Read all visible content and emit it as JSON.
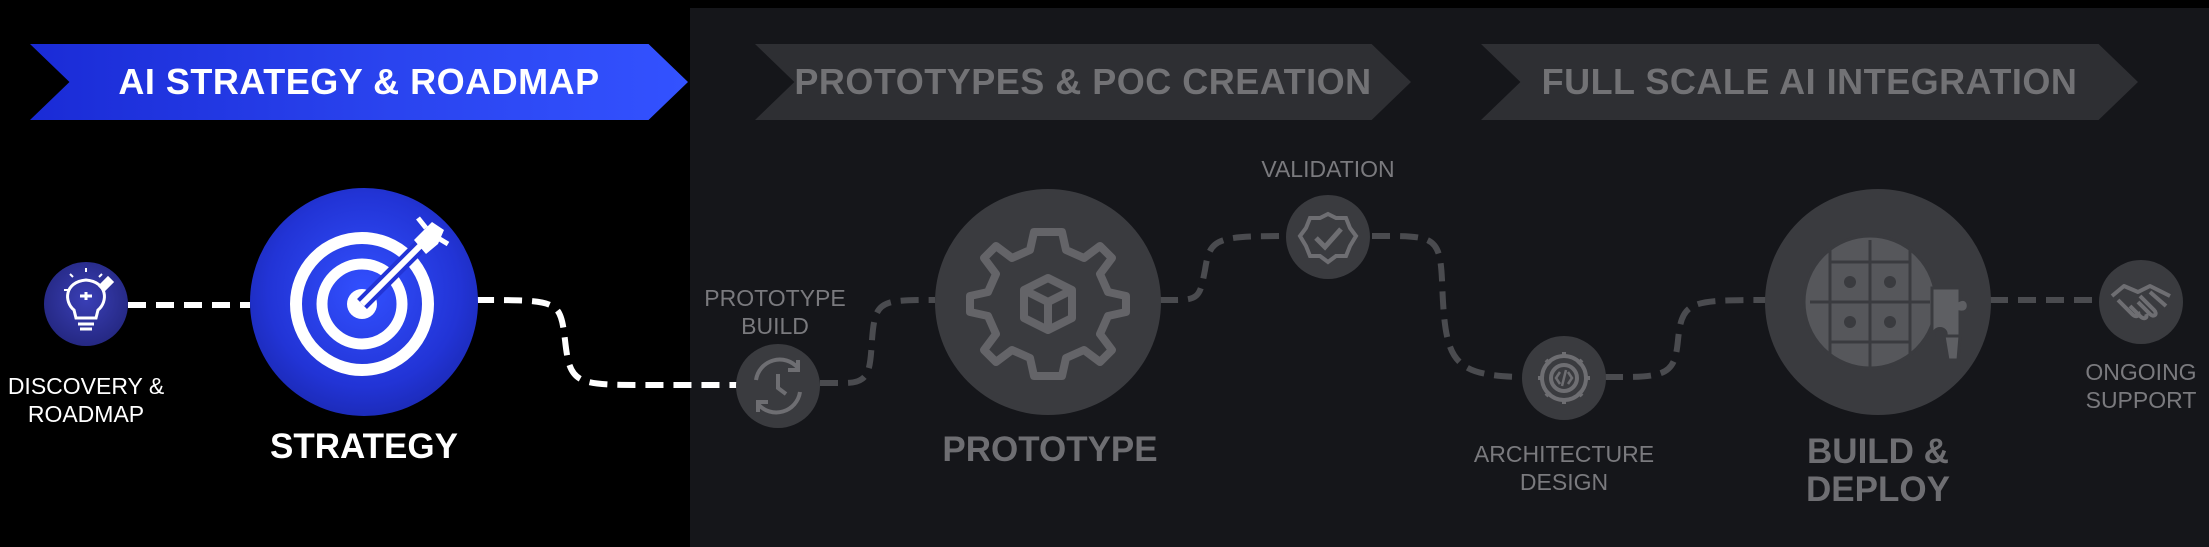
{
  "phases": [
    {
      "label": "AI STRATEGY & ROADMAP",
      "active": true
    },
    {
      "label": "PROTOTYPES & POC CREATION",
      "active": false
    },
    {
      "label": "FULL SCALE AI INTEGRATION",
      "active": false
    }
  ],
  "steps": {
    "discovery": {
      "label": "DISCOVERY &\nROADMAP",
      "icon": "lightbulb-puzzle-icon"
    },
    "strategy": {
      "label": "STRATEGY",
      "icon": "target-arrow-icon"
    },
    "prototype_build": {
      "label": "PROTOTYPE\nBUILD",
      "icon": "refresh-clock-icon"
    },
    "prototype": {
      "label": "PROTOTYPE",
      "icon": "gear-box-icon"
    },
    "validation": {
      "label": "VALIDATION",
      "icon": "check-badge-icon"
    },
    "architecture_design": {
      "label": "ARCHITECTURE\nDESIGN",
      "icon": "gear-code-icon"
    },
    "build_deploy": {
      "label": "BUILD &\nDEPLOY",
      "icon": "puzzle-icon"
    },
    "ongoing_support": {
      "label": "ONGOING\nSUPPORT",
      "icon": "handshake-icon"
    }
  },
  "colors": {
    "background": "#000000",
    "inactive_panel": "#15161a",
    "active_blue": "#2338e8",
    "inactive_circle": "#3a3b3f",
    "inactive_text": "#6e6e72"
  }
}
